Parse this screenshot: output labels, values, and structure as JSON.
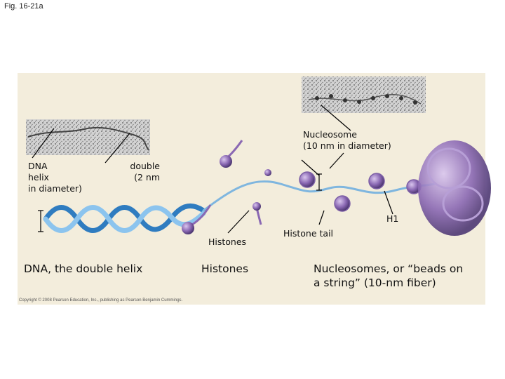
{
  "figure_label": "Fig. 16-21a",
  "labels": {
    "nucleosome": "Nucleosome\n(10 nm in diameter)",
    "dna_helix_left": "DNA\nhelix\nin diameter)",
    "double_2nm": "double\n(2 nm",
    "h1": "H1",
    "histones_small": "Histones",
    "histone_tail": "Histone tail"
  },
  "captions": {
    "dna": "DNA, the double helix",
    "histones": "Histones",
    "nucleosomes": "Nucleosomes, or “beads on\na string” (10-nm fiber)"
  },
  "copyright": "Copyright © 2008 Pearson Education, Inc., publishing as Pearson Benjamin Cummings.",
  "colors": {
    "panel_bg": "#f3eddc",
    "dna_blue": "#3f8fd0",
    "histone_purple": "#8a68b3",
    "micrograph_gray": "#c8c8c8"
  }
}
